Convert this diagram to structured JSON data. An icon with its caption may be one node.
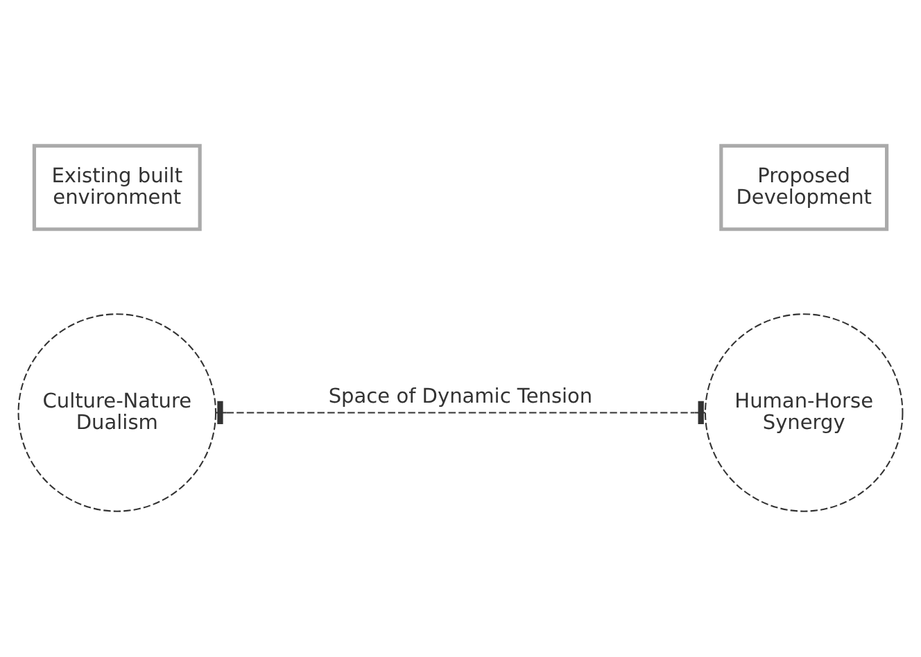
{
  "diagram": {
    "nodes": [
      {
        "text": [
          "Existing built environment"
        ]
      },
      {
        "text": [
          "Proposed Development"
        ]
      },
      {
        "text": [
          "Culture-Nature Dualism"
        ]
      },
      {
        "text": [
          "Human-Horse Synergy"
        ]
      }
    ],
    "edges": [
      {
        "from": 2,
        "to": 3,
        "arrow": "other",
        "label": "Space of Dynamic Tension",
        "style": "dashed"
      }
    ]
  }
}
